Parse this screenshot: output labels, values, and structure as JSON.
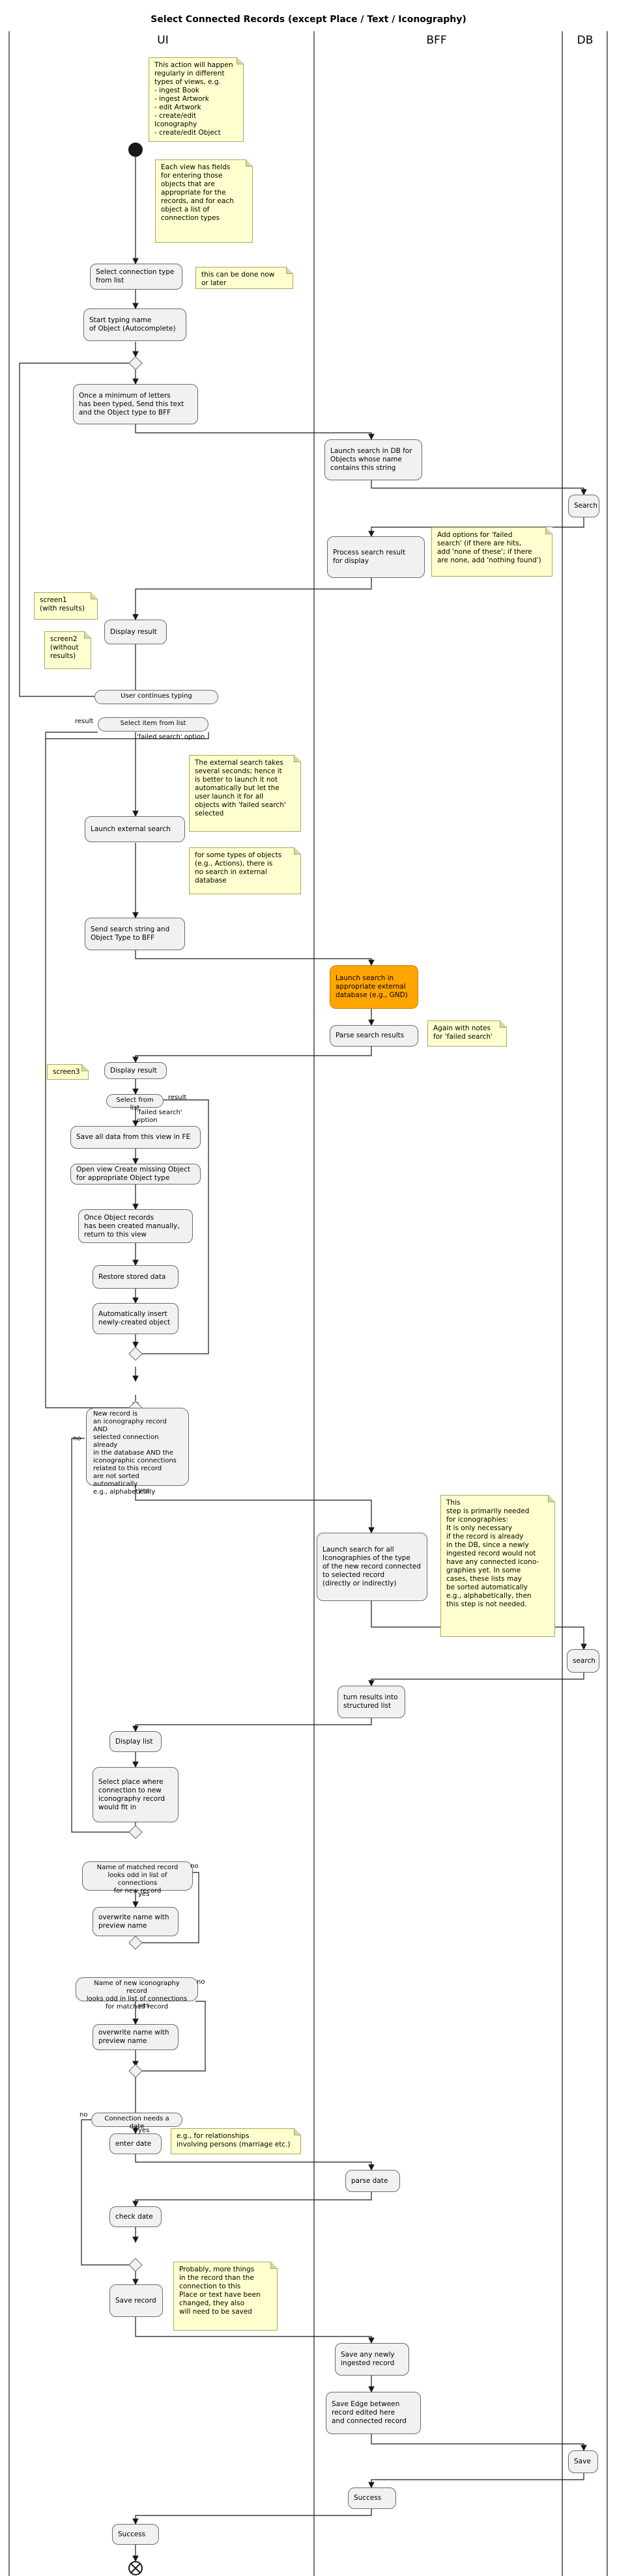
{
  "title": "Select Connected Records (except Place / Text / Iconography)",
  "lanes": {
    "ui": "UI",
    "bff": "BFF",
    "db": "DB"
  },
  "notes": {
    "intro": "This action will happen\nregularly in different\ntypes of views, e.g.\n- ingest Book\n- ingest Artwork\n- edit Artwork\n- create/edit Iconography\n- create/edit Object",
    "view_fields": "Each view has fields\nfor entering those\nobjects that are\nappropriate for the\nrecords, and for each\nobject a list of\nconnection types",
    "now_or_later": "this can be done now\nor later",
    "failed_options": "Add options for 'failed\nsearch' (if there are hits,\nadd 'none of these'; if there\nare none, add 'nothing found')",
    "screen1": "screen1\n(with results)",
    "screen2": "screen2\n(without\nresults)",
    "external_slow": "The external search takes\nseveral seconds; hence it\nis better to launch it not\nautomatically but let the\nuser launch it for all\nobjects with 'failed search'\nselected",
    "no_external": "for some types of objects\n(e.g., Actions), there is\nno search in external\ndatabase",
    "again_notes": "Again with notes\nfor 'failed search'",
    "screen3": "screen3",
    "iconography_needed": "This\nstep is primarily needed\nfor iconographies:\nIt is only necessary\nif the record is already\nin the DB, since a newly\ningested record would not\nhave any connected icono-\ngraphies yet. In some\ncases, these lists may\nbe sorted automatically\ne.g., alphabetically, then\nthis step is not needed.",
    "relationships": "e.g., for relationships\ninvolving persons (marriage etc.)",
    "more_things": "Probably, more things\nin the record than the\nconnection to this\nPlace or text have been\nchanged, they also\nwill need to be saved"
  },
  "activities": {
    "select_type": "Select connection type\nfrom list",
    "start_typing": "Start typing name\nof Object (Autocomplete)",
    "min_letters": "Once a minimum of letters\nhas been typed, Send this text\nand the Object type to BFF",
    "launch_db_search": "Launch search in DB for\nObjects whose name\ncontains this string",
    "search_db": "Search",
    "process_result": "Process search result\nfor display",
    "display_result": "Display result",
    "launch_external": "Launch external search",
    "send_search": "Send search string and\nObject Type to BFF",
    "launch_ext_db": "Launch search in\nappropriate external\ndatabase (e.g., GND)",
    "parse_results": "Parse search results",
    "display_result_2": "Display result",
    "save_data": "Save all data from this view in FE",
    "open_view": "Open view Create missing Object\nfor appropriate Object type",
    "once_created": "Once Object records\nhas been created manually,\nreturn to this view",
    "restore": "Restore stored data",
    "auto_insert": "Automatically insert\nnewly-created object",
    "launch_icon_search": "Launch search for all\nIconographies of the type\nof the new record connected\nto selected record\n(directly or indirectly)",
    "search_db_2": "search",
    "turn_results": "turn results into\nstructured list",
    "display_list": "Display list",
    "select_place": "Select place where\nconnection to new\niconography record\nwould fit in",
    "overwrite_1": "overwrite name with\npreview name",
    "overwrite_2": "overwrite name with\npreview name",
    "enter_date": "enter date",
    "parse_date": "parse date",
    "check_date": "check date",
    "save_record": "Save record",
    "save_ingested": "Save any newly\ningested record",
    "save_edge": "Save Edge between\nrecord edited here\nand connected record",
    "db_save": "Save",
    "success_bff": "Success",
    "success_ui": "Success"
  },
  "decisions": {
    "user_continues": "User continues typing",
    "select_item": "Select item from list",
    "select_item_2": "Select from list",
    "new_record": "New record is\nan iconography record AND\nselected connection already\nin the database AND the\niconographic connections\nrelated to this record\nare not sorted automatically\ne.g., alphabetically",
    "matched_odd": "Name of matched record\nlooks odd in list of connections\nfor new record",
    "new_icon_odd": "Name of new iconography record\nlooks odd in list of connections\nfor matched record",
    "needs_date": "Connection needs a date"
  },
  "labels": {
    "result": "result",
    "failed_search": "'failed search' option",
    "result_2": "result",
    "failed_search_2": "'failed search'\noption",
    "yes": "yes",
    "no": "no"
  }
}
